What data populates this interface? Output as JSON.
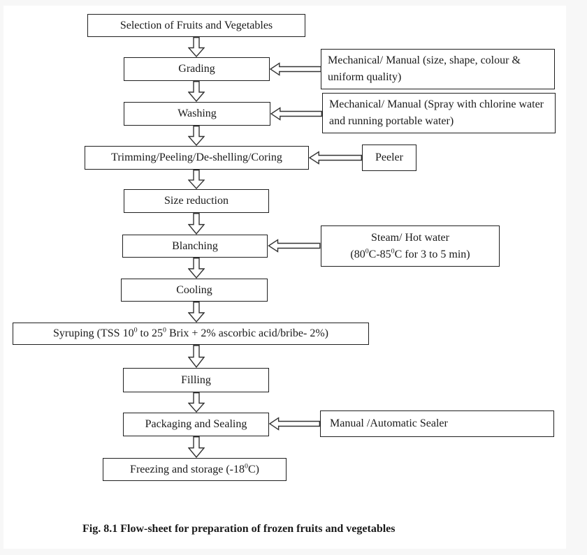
{
  "colors": {
    "margin": "#f7f7f7",
    "canvas": "#ffffff",
    "box_border": "#1f1f1f",
    "text": "#1a1a1a",
    "arrow_outline": "#333333"
  },
  "flowchart": {
    "steps": [
      {
        "label": "Selection of Fruits and Vegetables"
      },
      {
        "label": "Grading"
      },
      {
        "label": "Washing"
      },
      {
        "label": "Trimming/Peeling/De-shelling/Coring"
      },
      {
        "label": "Size reduction"
      },
      {
        "label": "Blanching"
      },
      {
        "label": "Cooling"
      },
      {
        "parts": [
          "Syruping (TSS 10",
          "0",
          " to 25",
          "0",
          " Brix + 2% ascorbic acid/bribe- 2%)"
        ]
      },
      {
        "label": "Filling"
      },
      {
        "label": "Packaging and Sealing"
      },
      {
        "parts": [
          "Freezing and storage (-18",
          "0",
          "C)"
        ]
      }
    ],
    "annotations": [
      {
        "label": "Mechanical/ Manual (size, shape, colour & uniform quality)"
      },
      {
        "label": "Mechanical/ Manual (Spray with chlorine water and running portable water)"
      },
      {
        "label": "Peeler"
      },
      {
        "line1": "Steam/ Hot water",
        "line2_parts": [
          "(80",
          "0",
          "C-85",
          "0",
          "C for 3 to 5 min)"
        ]
      },
      {
        "label": "Manual /Automatic Sealer"
      }
    ],
    "caption": "Fig. 8.1 Flow-sheet for preparation of frozen fruits and vegetables"
  }
}
